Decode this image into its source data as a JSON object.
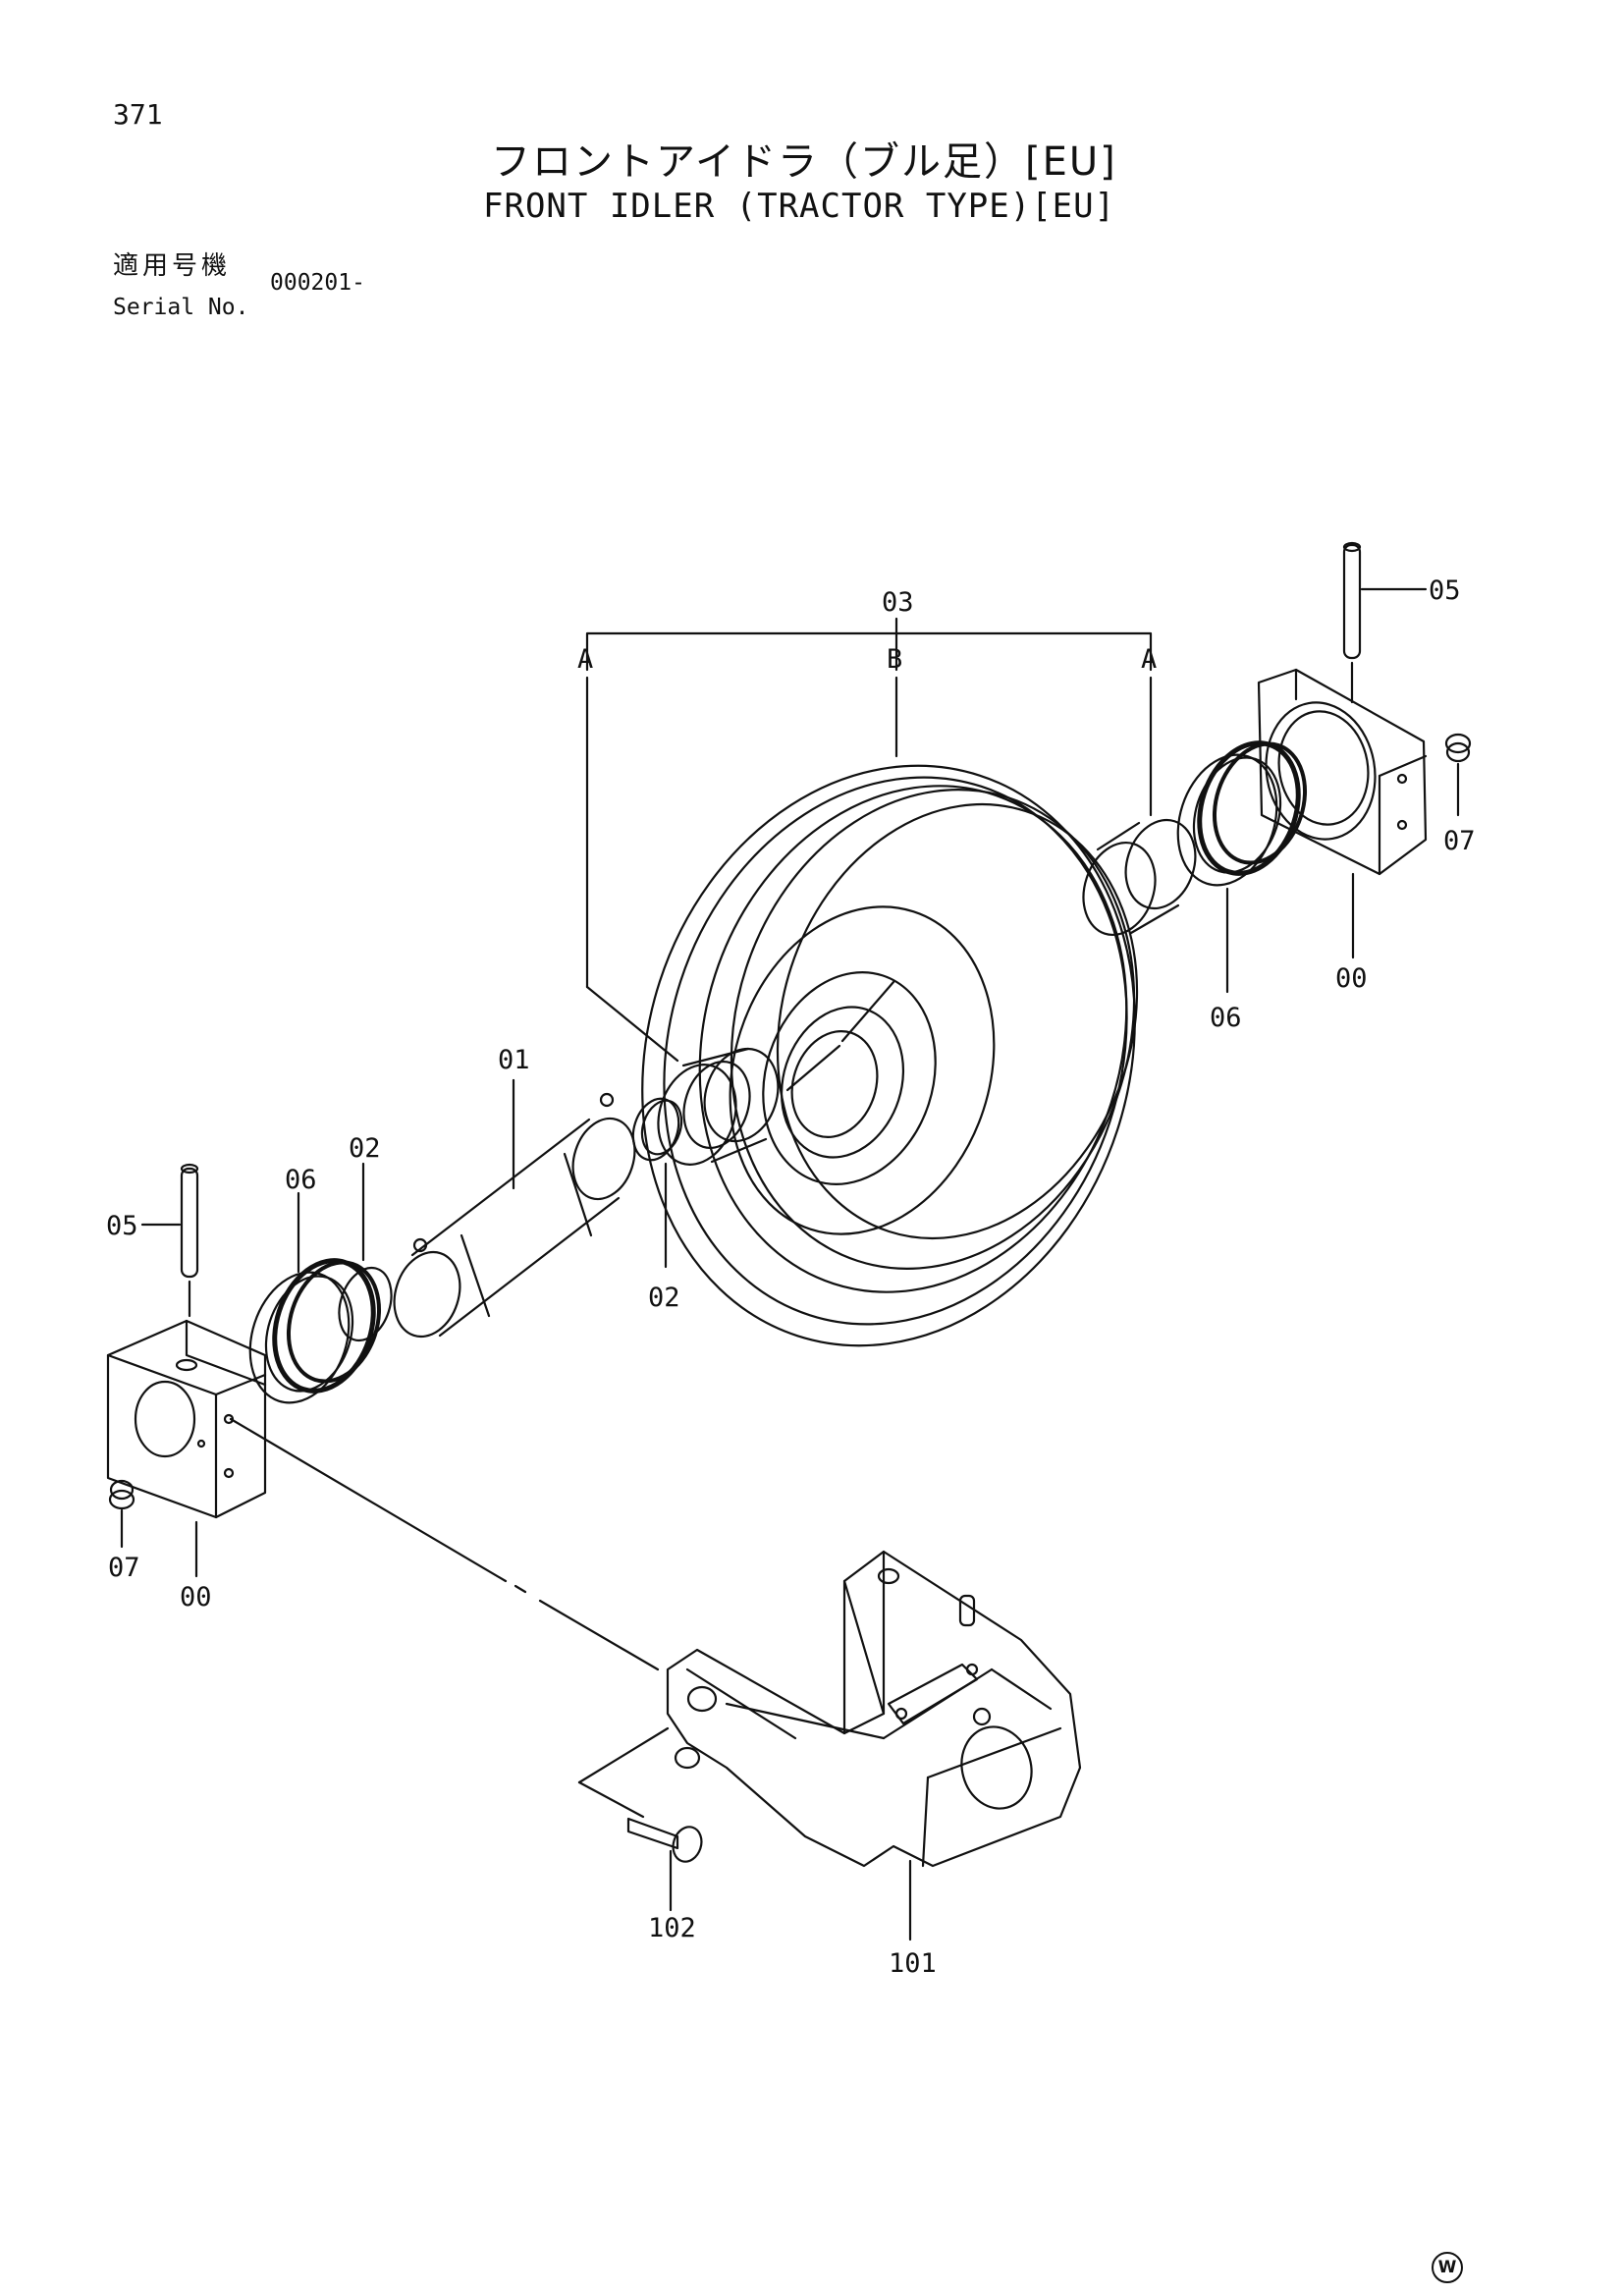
{
  "page_number": "371",
  "title_ja": "フロントアイドラ（ブル足）[EU]",
  "title_en": "FRONT IDLER (TRACTOR TYPE)[EU]",
  "serial": {
    "label_ja": "適用号機",
    "label_en": "Serial No.",
    "value": "000201-"
  },
  "callouts": {
    "c00_right": "00",
    "c00_left": "00",
    "c01": "01",
    "c02_upper": "02",
    "c02_lower": "02",
    "c03": "03",
    "c05_right": "05",
    "c05_left": "05",
    "c06_right": "06",
    "c06_left": "06",
    "c07_right": "07",
    "c07_left": "07",
    "c101": "101",
    "c102": "102",
    "sub_a_left": "A",
    "sub_b": "B",
    "sub_a_right": "A"
  },
  "watermark": "W"
}
